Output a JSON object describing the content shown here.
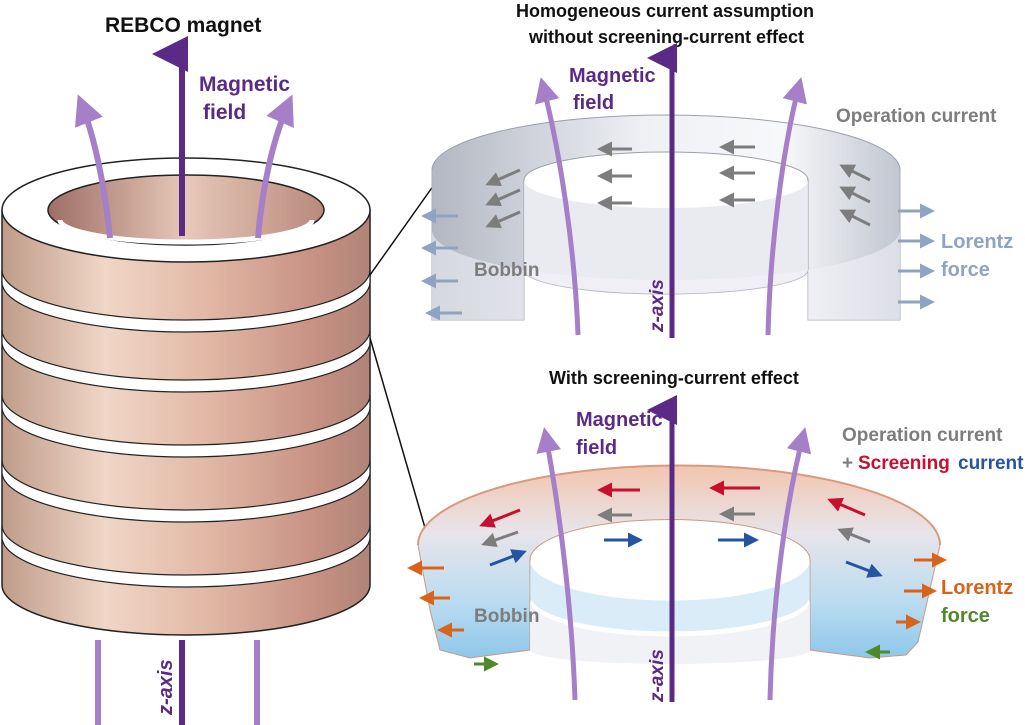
{
  "left": {
    "title": "REBCO magnet",
    "field_label_line1": "Magnetic",
    "field_label_line2": "field",
    "axis_label": "z-axis"
  },
  "top_panel": {
    "title_line1": "Homogeneous current assumption",
    "title_line2": "without screening-current effect",
    "field_label_line1": "Magnetic",
    "field_label_line2": "field",
    "axis_label": "z-axis",
    "operation_current": "Operation current",
    "bobbin": "Bobbin",
    "lorentz_line1": "Lorentz",
    "lorentz_line2": "force"
  },
  "bottom_panel": {
    "title": "With screening-current effect",
    "field_label_line1": "Magnetic",
    "field_label_line2": "field",
    "axis_label": "z-axis",
    "operation_current": "Operation current",
    "plus": "+",
    "screening": "Screening",
    "current": "current",
    "bobbin": "Bobbin",
    "lorentz_line1": "Lorentz",
    "lorentz_line2": "force"
  },
  "colors": {
    "axis_purple": "#5b2a86",
    "field_purple": "#a57fc8",
    "operation_gray": "#7d7d7d",
    "lorentz_blue": "#8ea4c2",
    "screening_red": "#c8102e",
    "current_blue": "#2555a0",
    "lorentz_orange": "#d8641c",
    "force_green": "#4e8a2a",
    "coil_copper": "#d9b09a"
  }
}
